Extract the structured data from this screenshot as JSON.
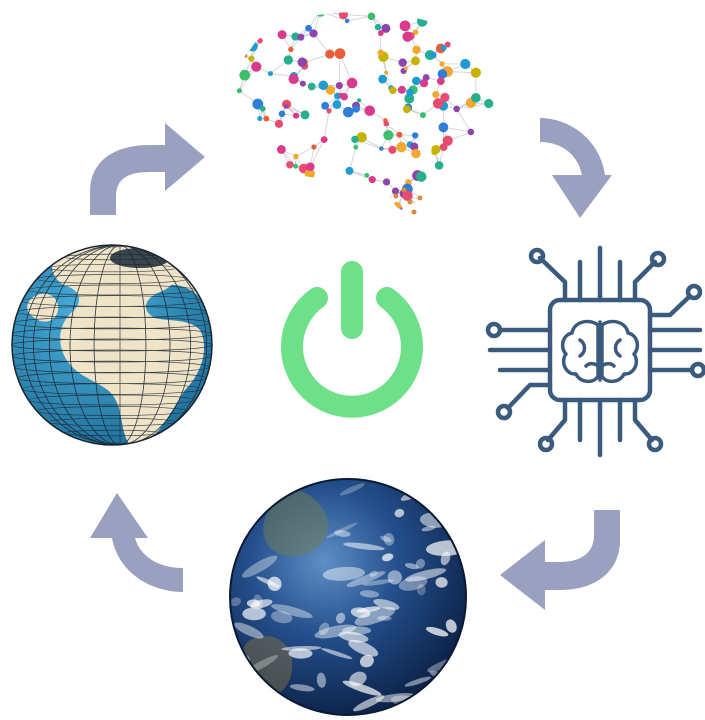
{
  "diagram": {
    "type": "cycle",
    "nodes": [
      {
        "id": "neural-network-brain",
        "icon": "brain-network-icon"
      },
      {
        "id": "ai-chip",
        "icon": "ai-chip-icon"
      },
      {
        "id": "earth-satellite",
        "icon": "earth-photo-icon"
      },
      {
        "id": "gridded-globe",
        "icon": "gridded-globe-icon"
      }
    ],
    "center_icon": "power-icon",
    "arrow_direction": "clockwise"
  },
  "colors": {
    "arrow": "#9aa1c0",
    "power": "#6fe08a",
    "chip": "#3a5a7e",
    "ocean_grid_globe": "#2f8fc0",
    "land_grid_globe": "#efe3c8",
    "ocean_photo_globe": "#1d4f8f"
  }
}
